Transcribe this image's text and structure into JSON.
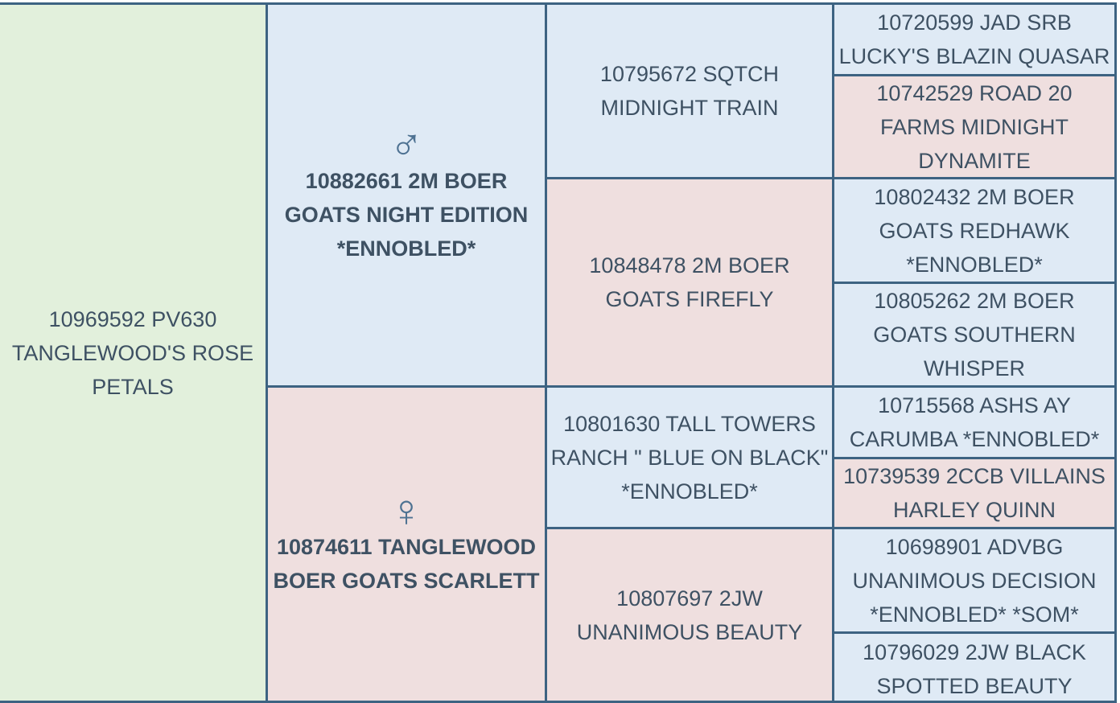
{
  "colors": {
    "border": "#3d6382",
    "subject_bg": "#e2f0dc",
    "male_bg": "#dfeaf5",
    "female_bg": "#efdfdf",
    "text": "#3e5163",
    "symbol": "#4e7292"
  },
  "subject": {
    "name": "10969592 PV630 TANGLEWOOD'S ROSE PETALS"
  },
  "sire": {
    "symbol": "♂",
    "name": "10882661 2M BOER GOATS NIGHT EDITION *ENNOBLED*",
    "sire": {
      "name": "10795672 SQTCH MIDNIGHT TRAIN",
      "sire": {
        "name": "10720599 JAD SRB LUCKY'S BLAZIN QUASAR"
      },
      "dam": {
        "name": "10742529 ROAD 20 FARMS MIDNIGHT DYNAMITE"
      }
    },
    "dam": {
      "name": "10848478 2M BOER GOATS FIREFLY",
      "sire": {
        "name": "10802432 2M BOER GOATS REDHAWK *ENNOBLED*"
      },
      "dam": {
        "name": "10805262 2M BOER GOATS SOUTHERN WHISPER"
      }
    }
  },
  "dam": {
    "symbol": "♀",
    "name": "10874611 TANGLEWOOD BOER GOATS SCARLETT",
    "sire": {
      "name": "10801630 TALL TOWERS RANCH \" BLUE ON BLACK\" *ENNOBLED*",
      "sire": {
        "name": "10715568 ASHS AY CARUMBA *ENNOBLED*"
      },
      "dam": {
        "name": "10739539 2CCB VILLAINS HARLEY QUINN"
      }
    },
    "dam": {
      "name": "10807697 2JW UNANIMOUS BEAUTY",
      "sire": {
        "name": "10698901 ADVBG UNANIMOUS DECISION *ENNOBLED* *SOM*"
      },
      "dam": {
        "name": "10796029 2JW BLACK SPOTTED BEAUTY"
      }
    }
  }
}
